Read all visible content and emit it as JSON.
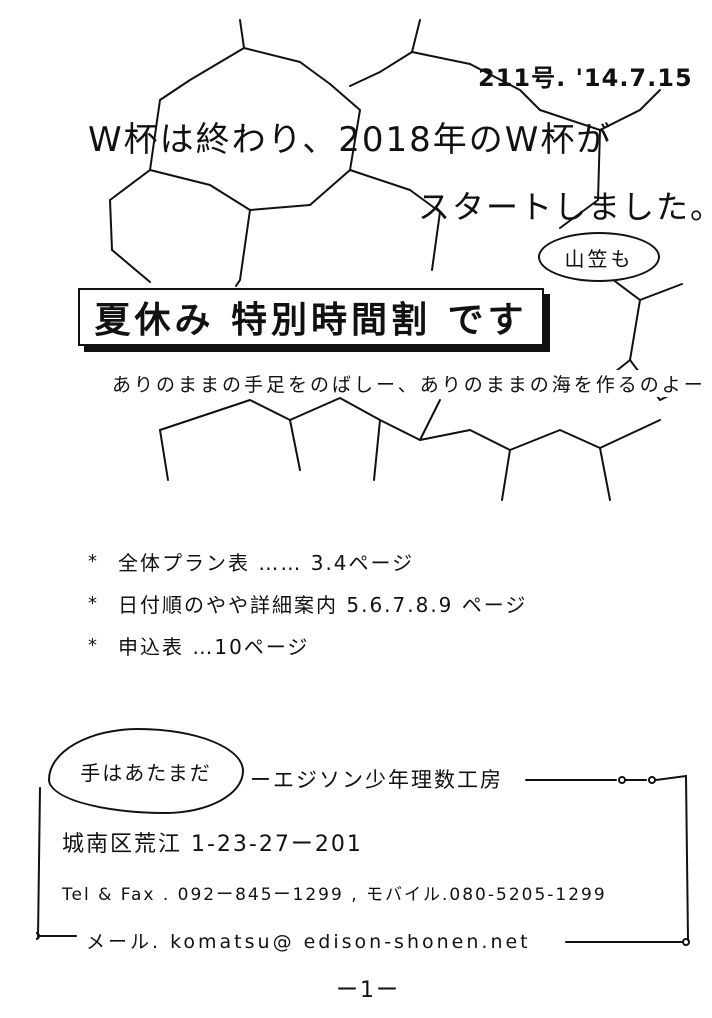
{
  "issue": "211号. '14.7.15",
  "headline": {
    "line1": "W杯は終わり、2018年のW杯が",
    "line2": "スタートしました。",
    "bubble": "山笠も"
  },
  "banner": "夏休み 特別時間割 です",
  "tagline": "ありのままの手足をのばしー、ありのままの海を作るのよー",
  "toc": [
    {
      "bullet": "*",
      "text": "全体プラン表 …… 3.4ページ"
    },
    {
      "bullet": "*",
      "text": "日付順のやや詳細案内 5.6.7.8.9 ページ"
    },
    {
      "bullet": "*",
      "text": "申込表 …10ページ"
    }
  ],
  "contact": {
    "bubble": "手はあたまだ",
    "org": "ーエジソン少年理数工房",
    "address": "城南区荒江 1-23-27ー201",
    "tel": "Tel & Fax . 092ー845ー1299 , モバイル.080-5205-1299",
    "mail": "メール. komatsu@ edison-shonen.net"
  },
  "page": "ー1ー"
}
